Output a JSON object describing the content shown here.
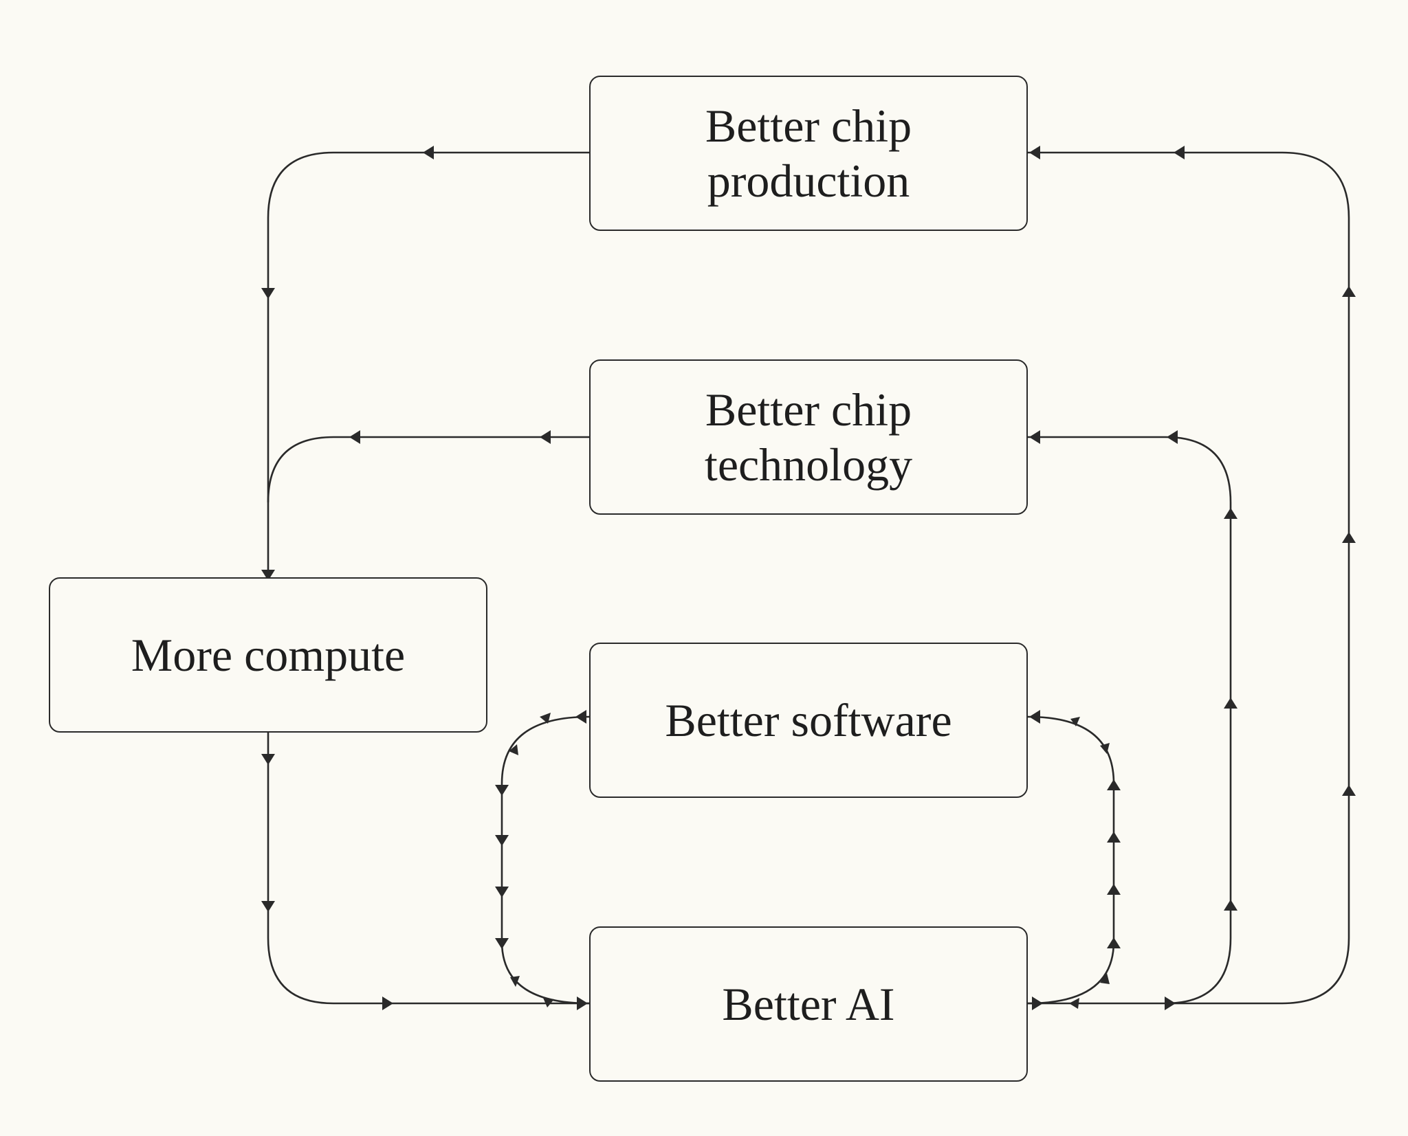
{
  "diagram": {
    "nodes": {
      "chip_production": {
        "line1": "Better chip",
        "line2": "production"
      },
      "chip_technology": {
        "line1": "Better chip",
        "line2": "technology"
      },
      "more_compute": {
        "label": "More compute"
      },
      "better_software": {
        "label": "Better software"
      },
      "better_ai": {
        "label": "Better AI"
      }
    },
    "edges": [
      {
        "from": "Better chip production",
        "to": "More compute"
      },
      {
        "from": "Better chip technology",
        "to": "More compute"
      },
      {
        "from": "More compute",
        "to": "Better AI"
      },
      {
        "from": "Better software",
        "to": "Better AI"
      },
      {
        "from": "Better AI",
        "to": "Better software"
      },
      {
        "from": "Better AI",
        "to": "Better chip technology"
      },
      {
        "from": "Better AI",
        "to": "Better chip production"
      }
    ],
    "colors": {
      "background": "#fbfaf4",
      "line": "#2a2a2a",
      "text": "#1e1e1e"
    }
  }
}
